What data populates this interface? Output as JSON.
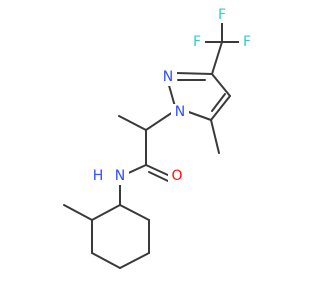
{
  "atom_labels": {
    "F_top": "F",
    "F_left": "F",
    "F_right": "F",
    "N_pyrazole2": "N",
    "N_pyrazole1": "N",
    "O_carbonyl": "O",
    "N_amide": "N",
    "H_amide": "H"
  },
  "colors": {
    "bond": "#3a3a3a",
    "fluorine": "#33cccc",
    "nitrogen": "#3050f8",
    "oxygen": "#ff0d0d"
  }
}
